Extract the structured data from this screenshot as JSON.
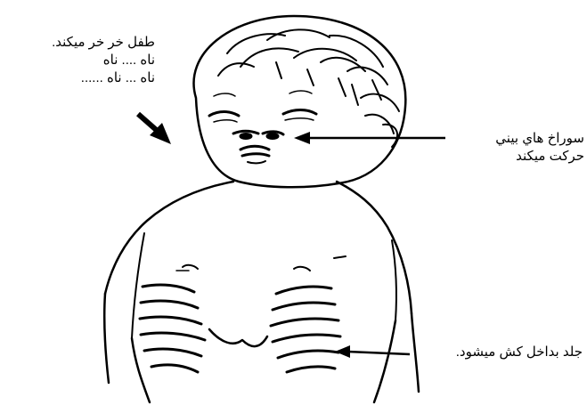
{
  "labels": {
    "grunting": {
      "lines": [
        "طفل خر خر ميكند.",
        "ناه .... ناه",
        "ناه ... ناه ......"
      ]
    },
    "nostrils": {
      "lines": [
        "سوراخ هاي بيني",
        "حركت ميكند"
      ]
    },
    "chest": {
      "lines": [
        "جلد بداخل كش ميشود."
      ]
    }
  },
  "colors": {
    "ink": "#000000",
    "background": "#ffffff"
  }
}
